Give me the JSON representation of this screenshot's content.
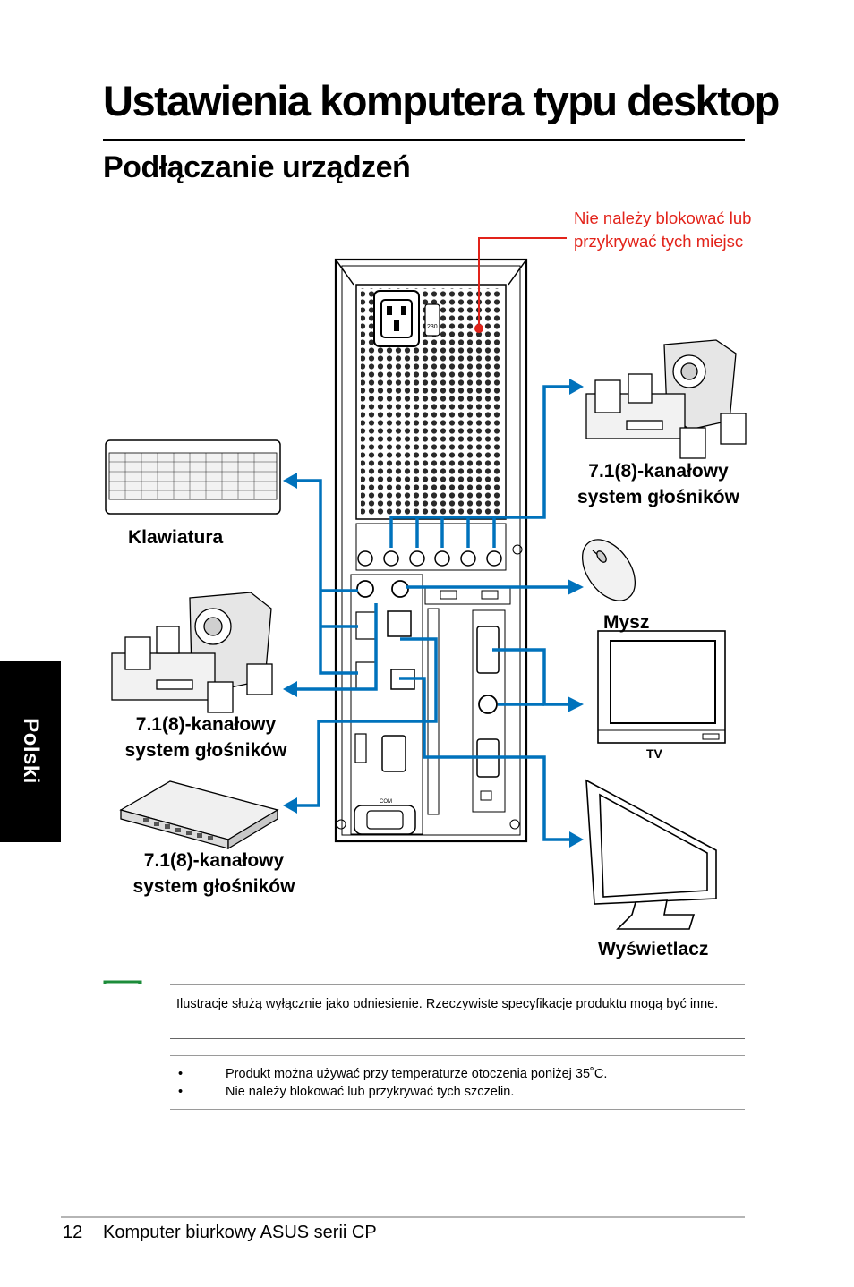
{
  "page": {
    "title": "Ustawienia komputera typu desktop",
    "section_title": "Podłączanie urządzeń",
    "side_tab": "Polski"
  },
  "diagram": {
    "warning_callout": "Nie należy blokować lub przykrywać tych miejsc",
    "labels": {
      "keyboard": "Klawiatura",
      "speakers_top_right_line1": "7.1(8)-kanałowy",
      "speakers_top_right_line2": "system głośników",
      "mouse": "Mysz",
      "tv": "TV",
      "speakers_left_line1": "7.1(8)-kanałowy",
      "speakers_left_line2": "system głośników",
      "switch_line1": "7.1(8)-kanałowy",
      "switch_line2": "system głośników",
      "display": "Wyświetlacz"
    },
    "port_labels": {
      "com": "COM",
      "voltage": "230"
    },
    "colors": {
      "connector": "#0072bc",
      "warning": "#e2231a"
    }
  },
  "notes": {
    "note_text": "Ilustracje służą wyłącznie jako odniesienie. Rzeczywiste specyfikacje produktu mogą być inne.",
    "bullet": "•",
    "warning_items": [
      "Produkt można używać przy temperaturze otoczenia poniżej 35˚C.",
      "Nie należy blokować lub przykrywać tych szczelin."
    ]
  },
  "footer": {
    "page_number": "12",
    "text": "Komputer biurkowy ASUS serii CP"
  }
}
